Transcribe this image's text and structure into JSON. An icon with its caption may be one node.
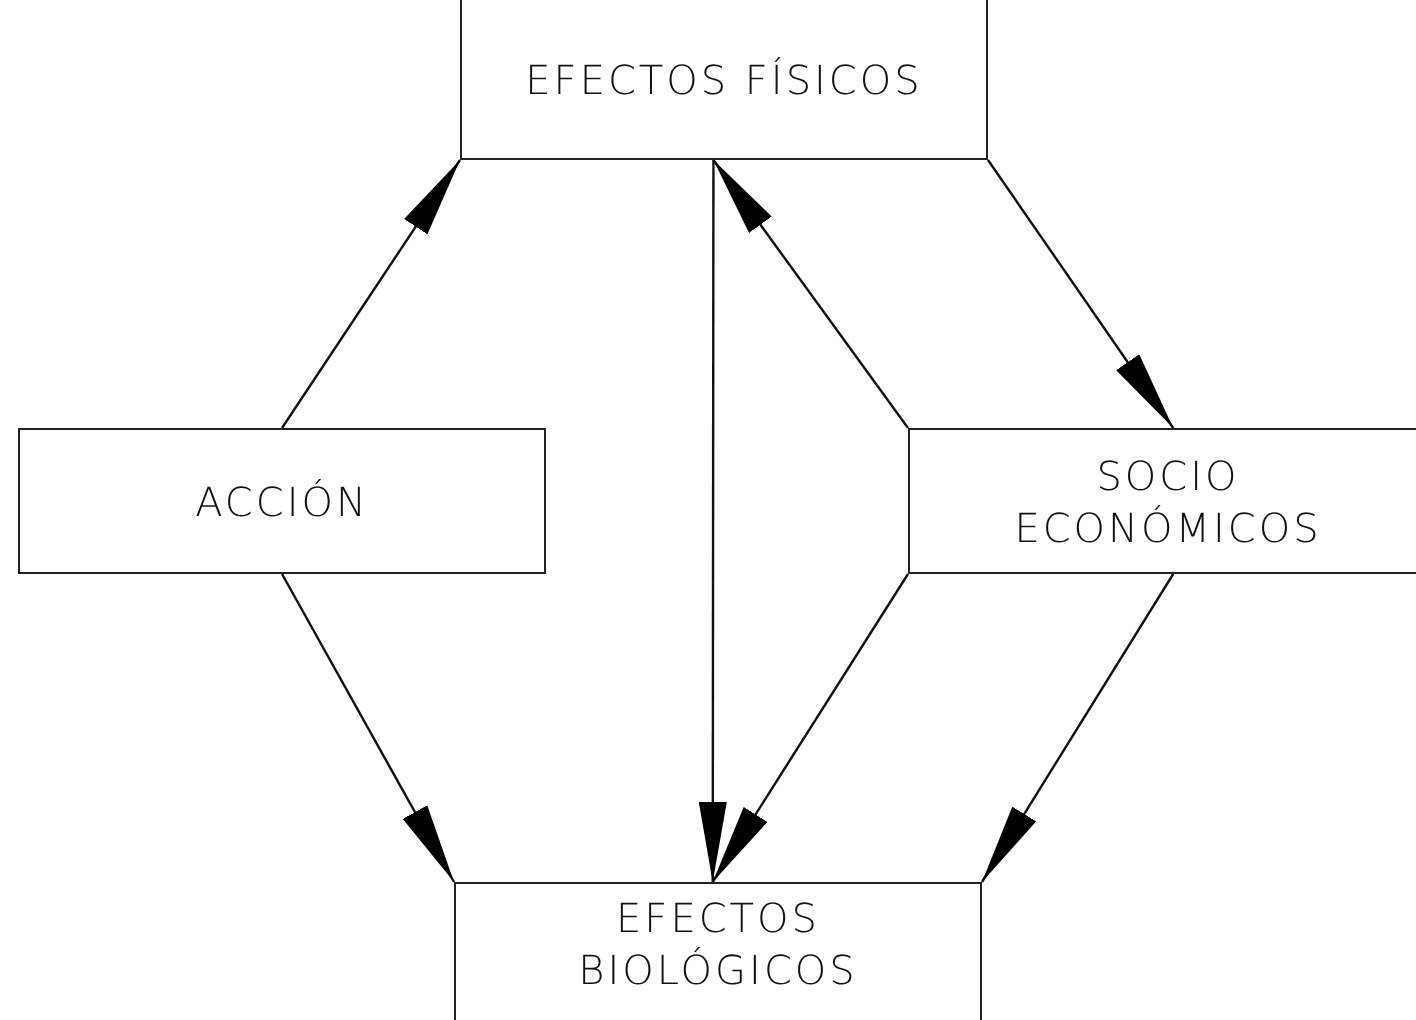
{
  "diagram": {
    "nodes": [
      {
        "text": [
          "EFECTOS FÍSICOS"
        ]
      },
      {
        "text": [
          "ACCIÓN"
        ]
      },
      {
        "text": [
          "SOCIO ECONÓMICOS"
        ]
      },
      {
        "text": [
          "EFECTOS BIOLÓGICOS"
        ]
      }
    ],
    "edges": [
      {
        "from": 1,
        "to": 0,
        "arrow": "to"
      },
      {
        "from": 0,
        "to": 3,
        "arrow": "to"
      },
      {
        "from": 2,
        "to": 0,
        "arrow": "to"
      },
      {
        "from": 0,
        "to": 2,
        "arrow": "to"
      },
      {
        "from": 1,
        "to": 3,
        "arrow": "to"
      },
      {
        "from": 2,
        "to": 3,
        "arrow": "to"
      },
      {
        "from": 2,
        "to": 3,
        "arrow": "to"
      }
    ]
  }
}
